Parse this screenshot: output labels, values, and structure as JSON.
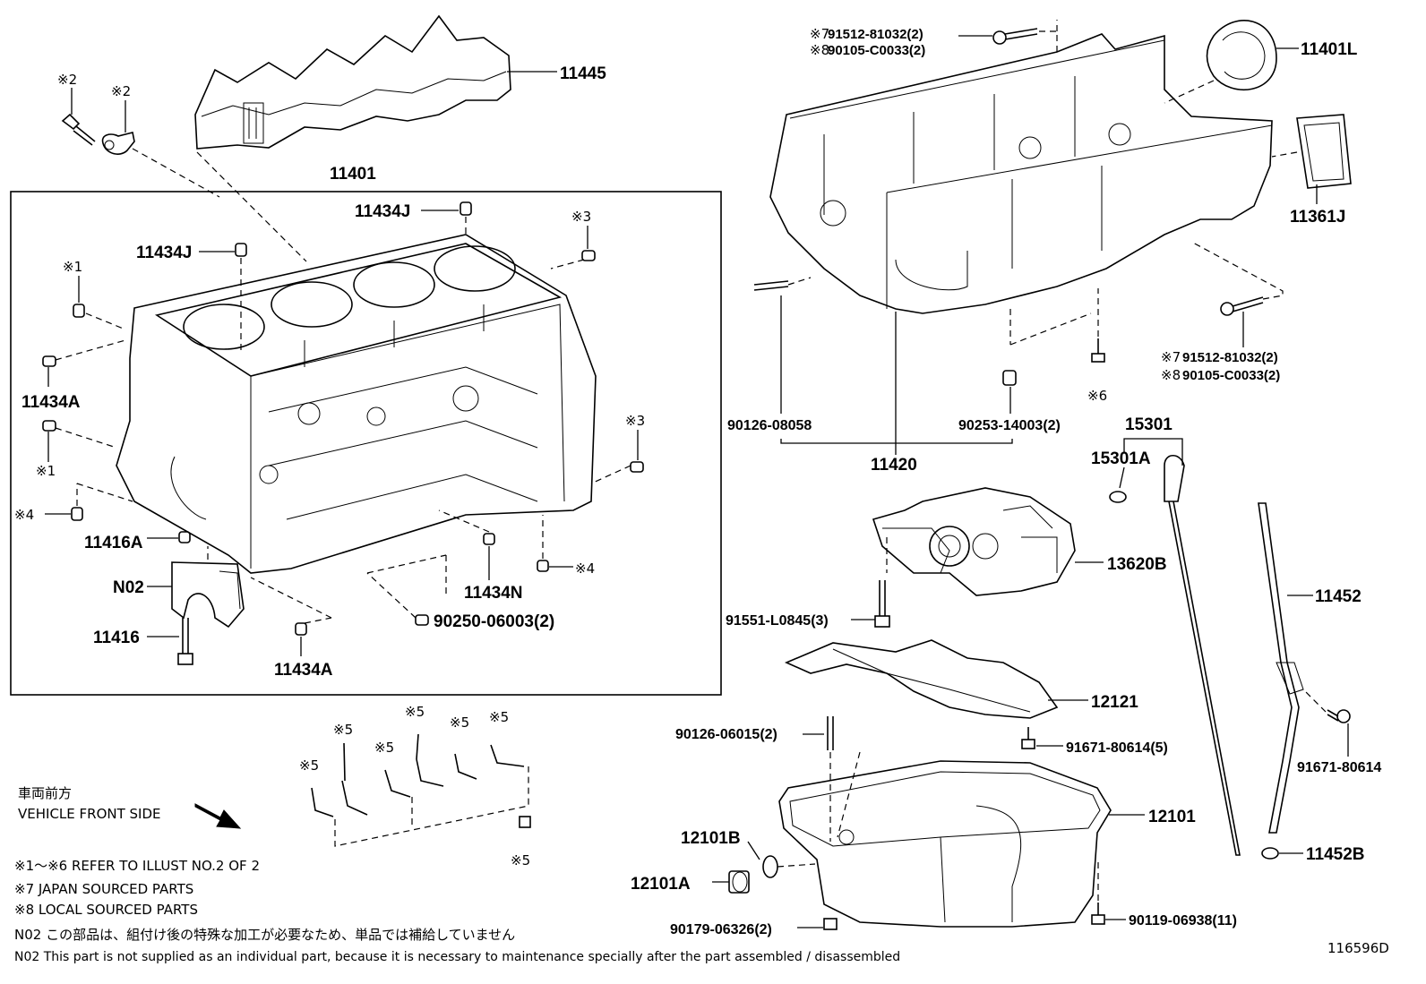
{
  "diagram_id": "116596D",
  "labels": {
    "l11445": "11445",
    "l11401": "11401",
    "l11434J_a": "11434J",
    "l11434J_b": "11434J",
    "l11434A_a": "11434A",
    "l11434A_b": "11434A",
    "l11416A": "11416A",
    "lN02": "N02",
    "l11416": "11416",
    "l11434N": "11434N",
    "l90250": "90250-06003(2)",
    "l11401L": "11401L",
    "l11361J": "11361J",
    "l91512_top": "91512-81032(2)",
    "l90105_top": "90105-C0033(2)",
    "l91512_bot": "91512-81032(2)",
    "l90105_bot": "90105-C0033(2)",
    "l90126_08058": "90126-08058",
    "l90253": "90253-14003(2)",
    "l11420": "11420",
    "l15301": "15301",
    "l15301A": "15301A",
    "l13620B": "13620B",
    "l91551": "91551-L0845(3)",
    "l11452": "11452",
    "l12121": "12121",
    "l90126_06015": "90126-06015(2)",
    "l91671_5": "91671-80614(5)",
    "l91671": "91671-80614",
    "l12101": "12101",
    "l12101B": "12101B",
    "l12101A": "12101A",
    "l90179": "90179-06326(2)",
    "l90119": "90119-06938(11)",
    "l11452B": "11452B"
  },
  "marks": {
    "m2a": "※2",
    "m2b": "※2",
    "m3a": "※3",
    "m3b": "※3",
    "m1a": "※1",
    "m1b": "※1",
    "m4a": "※4",
    "m4b": "※4",
    "m5a": "※5",
    "m5b": "※5",
    "m5c": "※5",
    "m5d": "※5",
    "m5e": "※5",
    "m5f": "※5",
    "m5g": "※5",
    "m6": "※6",
    "m7top": "※7",
    "m8top": "※8",
    "m7bot": "※7",
    "m8bot": "※8"
  },
  "notes": {
    "front_jp": "車両前方",
    "front_en": "VEHICLE FRONT SIDE",
    "ref": "※1～※6 REFER TO ILLUST NO.2 OF 2",
    "jp_parts": "※7 JAPAN SOURCED PARTS",
    "local_parts": "※8 LOCAL SOURCED PARTS",
    "n02_jp": "N02  この部品は、組付け後の特殊な加工が必要なため、単品では補給していません",
    "n02_en": "N02  This part is not supplied as an individual part, because it is necessary to maintenance specially after the part assembled / disassembled"
  }
}
